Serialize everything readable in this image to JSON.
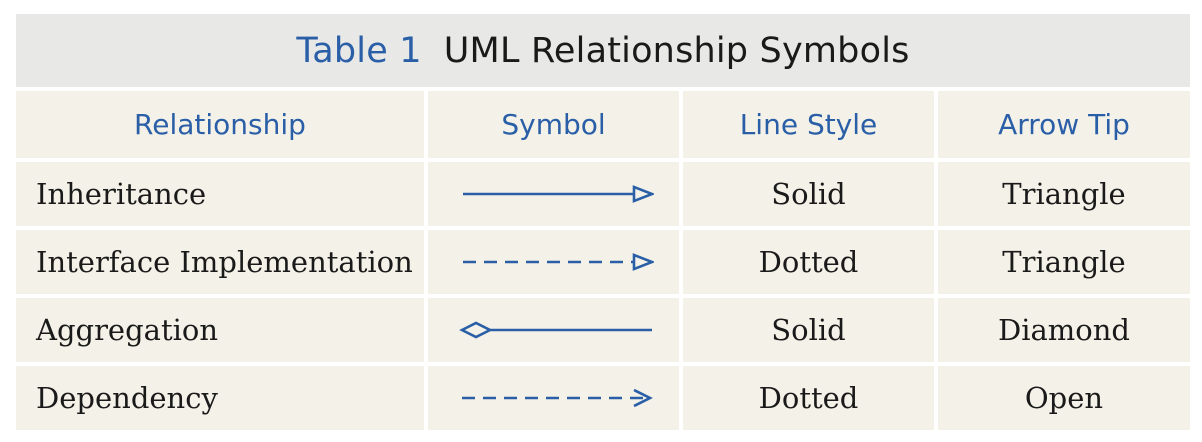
{
  "caption": {
    "number": "Table 1",
    "title": "UML Relationship Symbols"
  },
  "columns": [
    "Relationship",
    "Symbol",
    "Line Style",
    "Arrow Tip"
  ],
  "rows": [
    {
      "relationship": "Inheritance",
      "symbol": "solid-line-triangle-arrow-icon",
      "line_style": "Solid",
      "arrow_tip": "Triangle"
    },
    {
      "relationship": "Interface Implementation",
      "symbol": "dashed-line-triangle-arrow-icon",
      "line_style": "Dotted",
      "arrow_tip": "Triangle"
    },
    {
      "relationship": "Aggregation",
      "symbol": "solid-line-diamond-icon",
      "line_style": "Solid",
      "arrow_tip": "Diamond"
    },
    {
      "relationship": "Dependency",
      "symbol": "dashed-line-open-arrow-icon",
      "line_style": "Dotted",
      "arrow_tip": "Open"
    }
  ],
  "colors": {
    "accent": "#2a5fa8",
    "cell_bg": "#f4f2e8",
    "caption_bg": "#e8e8e7",
    "text": "#1a1a1a"
  }
}
